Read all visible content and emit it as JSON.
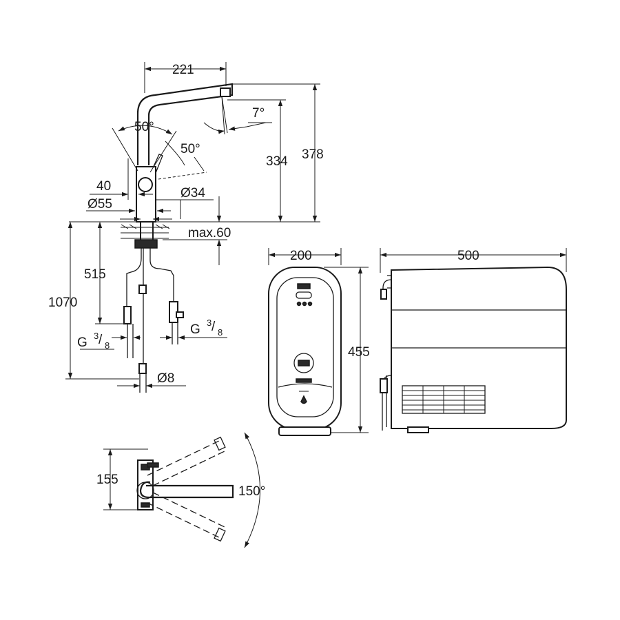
{
  "dimensions": {
    "spout_reach": "221",
    "lever_angle_a": "50°",
    "lever_angle_b": "50°",
    "spout_tilt": "7°",
    "outlet_height": "334",
    "total_height": "378",
    "lever_offset": "40",
    "base_diameter": "Ø55",
    "hole_diameter": "Ø34",
    "max_deck": "max.60",
    "hose_length_short": "515",
    "hose_length_long": "1070",
    "thread_left": "G",
    "thread_right": "G",
    "thread_fraction_num": "3",
    "thread_fraction_den": "8",
    "pipe_diameter": "Ø8",
    "unit_width": "200",
    "unit_height": "455",
    "unit_depth": "500",
    "top_view_depth": "155",
    "swivel_angle": "150°"
  },
  "colors": {
    "line": "#1a1a1a",
    "fill_dark": "#2a2a2a",
    "background": "#ffffff"
  }
}
